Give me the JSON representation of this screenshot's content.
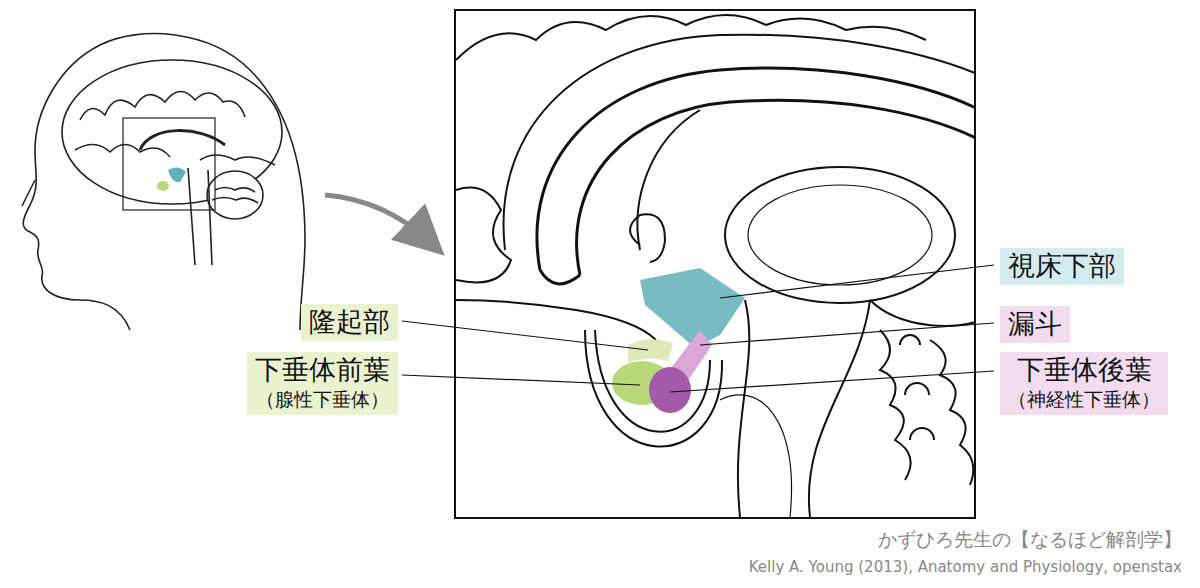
{
  "diagram": {
    "nodes": [
      {
        "text": [
          "視床下部"
        ]
      },
      {
        "text": [
          "隆起部"
        ]
      },
      {
        "text": [
          "漏斗"
        ]
      },
      {
        "text": [
          "下垂体前葉",
          "（腺性下垂体）"
        ]
      },
      {
        "text": [
          "下垂体後葉",
          "（神経性下垂体）"
        ]
      }
    ],
    "labels": [
      "かずひろ先生の【なるほど解剖学】",
      "Kelly A. Young (2013), Anatomy and Physiology, openstax"
    ]
  }
}
